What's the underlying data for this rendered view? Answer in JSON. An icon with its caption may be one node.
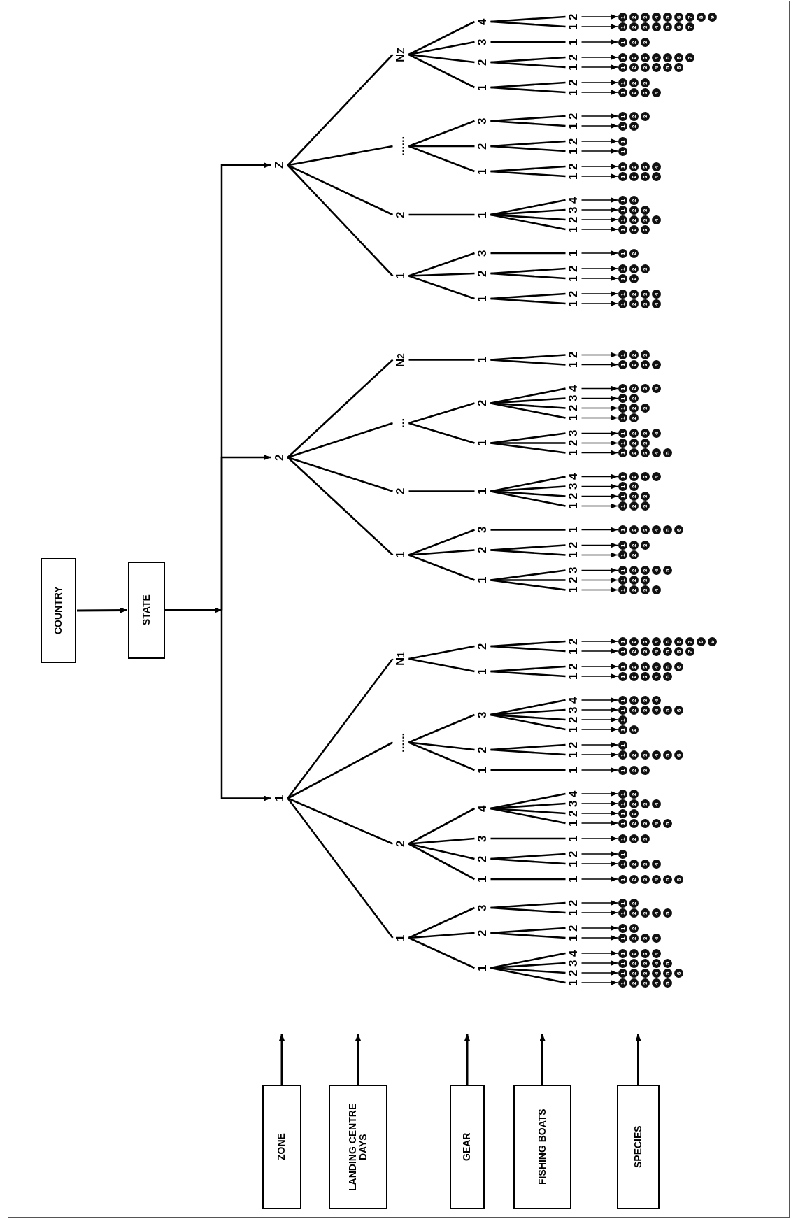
{
  "diagram": {
    "nodes": [
      {
        "text": [
          "COUNTRY"
        ]
      },
      {
        "text": [
          "STATE"
        ]
      },
      {
        "text": [
          "1"
        ]
      },
      {
        "text": [
          "1"
        ]
      },
      {
        "text": [
          "1"
        ]
      },
      {
        "text": [
          "1"
        ]
      },
      {
        "text": [
          "1"
        ]
      },
      {
        "text": [
          "2"
        ]
      },
      {
        "text": [
          "3"
        ]
      },
      {
        "text": [
          "4"
        ]
      },
      {
        "text": [
          "5"
        ]
      },
      {
        "text": [
          "2"
        ]
      },
      {
        "text": [
          "1"
        ]
      },
      {
        "text": [
          "2"
        ]
      },
      {
        "text": [
          "3"
        ]
      },
      {
        "text": [
          "4"
        ]
      },
      {
        "text": [
          "5"
        ]
      },
      {
        "text": [
          "6"
        ]
      },
      {
        "text": [
          "3"
        ]
      },
      {
        "text": [
          "1"
        ]
      },
      {
        "text": [
          "2"
        ]
      },
      {
        "text": [
          "3"
        ]
      },
      {
        "text": [
          "4"
        ]
      },
      {
        "text": [
          "5"
        ]
      },
      {
        "text": [
          "4"
        ]
      },
      {
        "text": [
          "1"
        ]
      },
      {
        "text": [
          "2"
        ]
      },
      {
        "text": [
          "3"
        ]
      },
      {
        "text": [
          "4"
        ]
      },
      {
        "text": [
          "2"
        ]
      },
      {
        "text": [
          "1"
        ]
      },
      {
        "text": [
          "1"
        ]
      },
      {
        "text": [
          "2"
        ]
      },
      {
        "text": [
          "3"
        ]
      },
      {
        "text": [
          "4"
        ]
      },
      {
        "text": [
          "2"
        ]
      },
      {
        "text": [
          "1"
        ]
      },
      {
        "text": [
          "2"
        ]
      },
      {
        "text": [
          "3"
        ]
      },
      {
        "text": [
          "1"
        ]
      },
      {
        "text": [
          "1"
        ]
      },
      {
        "text": [
          "2"
        ]
      },
      {
        "text": [
          "3"
        ]
      },
      {
        "text": [
          "4"
        ]
      },
      {
        "text": [
          "5"
        ]
      },
      {
        "text": [
          "2"
        ]
      },
      {
        "text": [
          "1"
        ]
      },
      {
        "text": [
          "2"
        ]
      },
      {
        "text": [
          "2"
        ]
      },
      {
        "text": [
          "1"
        ]
      },
      {
        "text": [
          "1"
        ]
      },
      {
        "text": [
          "1"
        ]
      },
      {
        "text": [
          "2"
        ]
      },
      {
        "text": [
          "3"
        ]
      },
      {
        "text": [
          "4"
        ]
      },
      {
        "text": [
          "5"
        ]
      },
      {
        "text": [
          "6"
        ]
      },
      {
        "text": [
          "2"
        ]
      },
      {
        "text": [
          "1"
        ]
      },
      {
        "text": [
          "1"
        ]
      },
      {
        "text": [
          "2"
        ]
      },
      {
        "text": [
          "3"
        ]
      },
      {
        "text": [
          "4"
        ]
      },
      {
        "text": [
          "2"
        ]
      },
      {
        "text": [
          "1"
        ]
      },
      {
        "text": [
          "3"
        ]
      },
      {
        "text": [
          "1"
        ]
      },
      {
        "text": [
          "1"
        ]
      },
      {
        "text": [
          "2"
        ]
      },
      {
        "text": [
          "3"
        ]
      },
      {
        "text": [
          "4"
        ]
      },
      {
        "text": [
          "1"
        ]
      },
      {
        "text": [
          "1"
        ]
      },
      {
        "text": [
          "2"
        ]
      },
      {
        "text": [
          "3"
        ]
      },
      {
        "text": [
          "4"
        ]
      },
      {
        "text": [
          "5"
        ]
      },
      {
        "text": [
          "2"
        ]
      },
      {
        "text": [
          "1"
        ]
      },
      {
        "text": [
          "2"
        ]
      },
      {
        "text": [
          "3"
        ]
      },
      {
        "text": [
          "1"
        ]
      },
      {
        "text": [
          "2"
        ]
      },
      {
        "text": [
          "3"
        ]
      },
      {
        "text": [
          "4"
        ]
      },
      {
        "text": [
          "4"
        ]
      },
      {
        "text": [
          "1"
        ]
      },
      {
        "text": [
          "2"
        ]
      },
      {
        "text": [
          "......"
        ]
      },
      {
        "text": [
          "1"
        ]
      },
      {
        "text": [
          "1"
        ]
      },
      {
        "text": [
          "1"
        ]
      },
      {
        "text": [
          "2"
        ]
      },
      {
        "text": [
          "3"
        ]
      },
      {
        "text": [
          "2"
        ]
      },
      {
        "text": [
          "1"
        ]
      },
      {
        "text": [
          "1"
        ]
      },
      {
        "text": [
          "2"
        ]
      },
      {
        "text": [
          "3"
        ]
      },
      {
        "text": [
          "4"
        ]
      },
      {
        "text": [
          "5"
        ]
      },
      {
        "text": [
          "6"
        ]
      },
      {
        "text": [
          "2"
        ]
      },
      {
        "text": [
          "1"
        ]
      },
      {
        "text": [
          "3"
        ]
      },
      {
        "text": [
          "1"
        ]
      },
      {
        "text": [
          "1"
        ]
      },
      {
        "text": [
          "2"
        ]
      },
      {
        "text": [
          "2"
        ]
      },
      {
        "text": [
          "1"
        ]
      },
      {
        "text": [
          "3"
        ]
      },
      {
        "text": [
          "1"
        ]
      },
      {
        "text": [
          "2"
        ]
      },
      {
        "text": [
          "3"
        ]
      },
      {
        "text": [
          "4"
        ]
      },
      {
        "text": [
          "5"
        ]
      },
      {
        "text": [
          "6"
        ]
      },
      {
        "text": [
          "4"
        ]
      },
      {
        "text": [
          "1"
        ]
      },
      {
        "text": [
          "2"
        ]
      },
      {
        "text": [
          "3"
        ]
      },
      {
        "text": [
          "4"
        ]
      },
      {
        "text": [
          "N$_{1}$"
        ]
      },
      {
        "text": [
          "1"
        ]
      },
      {
        "text": [
          "1"
        ]
      },
      {
        "text": [
          "1"
        ]
      },
      {
        "text": [
          "2"
        ]
      },
      {
        "text": [
          "3"
        ]
      },
      {
        "text": [
          "4"
        ]
      },
      {
        "text": [
          "5"
        ]
      },
      {
        "text": [
          "2"
        ]
      },
      {
        "text": [
          "1"
        ]
      },
      {
        "text": [
          "2"
        ]
      },
      {
        "text": [
          "3"
        ]
      },
      {
        "text": [
          "4"
        ]
      },
      {
        "text": [
          "5"
        ]
      },
      {
        "text": [
          "6"
        ]
      },
      {
        "text": [
          "2"
        ]
      },
      {
        "text": [
          "1"
        ]
      },
      {
        "text": [
          "1"
        ]
      },
      {
        "text": [
          "2"
        ]
      },
      {
        "text": [
          "3"
        ]
      },
      {
        "text": [
          "4"
        ]
      },
      {
        "text": [
          "5"
        ]
      },
      {
        "text": [
          "6"
        ]
      },
      {
        "text": [
          "7"
        ]
      },
      {
        "text": [
          "2"
        ]
      },
      {
        "text": [
          "1"
        ]
      },
      {
        "text": [
          "2"
        ]
      },
      {
        "text": [
          "3"
        ]
      },
      {
        "text": [
          "4"
        ]
      },
      {
        "text": [
          "5"
        ]
      },
      {
        "text": [
          "6"
        ]
      },
      {
        "text": [
          "7"
        ]
      },
      {
        "text": [
          "8"
        ]
      },
      {
        "text": [
          "9"
        ]
      },
      {
        "text": [
          "2"
        ]
      },
      {
        "text": [
          "1"
        ]
      },
      {
        "text": [
          "1"
        ]
      },
      {
        "text": [
          "1"
        ]
      },
      {
        "text": [
          "1"
        ]
      },
      {
        "text": [
          "2"
        ]
      },
      {
        "text": [
          "3"
        ]
      },
      {
        "text": [
          "4"
        ]
      },
      {
        "text": [
          "2"
        ]
      },
      {
        "text": [
          "1"
        ]
      },
      {
        "text": [
          "2"
        ]
      },
      {
        "text": [
          "3"
        ]
      },
      {
        "text": [
          "3"
        ]
      },
      {
        "text": [
          "1"
        ]
      },
      {
        "text": [
          "2"
        ]
      },
      {
        "text": [
          "3"
        ]
      },
      {
        "text": [
          "4"
        ]
      },
      {
        "text": [
          "5"
        ]
      },
      {
        "text": [
          "2"
        ]
      },
      {
        "text": [
          "1"
        ]
      },
      {
        "text": [
          "1"
        ]
      },
      {
        "text": [
          "2"
        ]
      },
      {
        "text": [
          "2"
        ]
      },
      {
        "text": [
          "1"
        ]
      },
      {
        "text": [
          "2"
        ]
      },
      {
        "text": [
          "3"
        ]
      },
      {
        "text": [
          "3"
        ]
      },
      {
        "text": [
          "1"
        ]
      },
      {
        "text": [
          "1"
        ]
      },
      {
        "text": [
          "2"
        ]
      },
      {
        "text": [
          "3"
        ]
      },
      {
        "text": [
          "4"
        ]
      },
      {
        "text": [
          "5"
        ]
      },
      {
        "text": [
          "6"
        ]
      },
      {
        "text": [
          "2"
        ]
      },
      {
        "text": [
          "1"
        ]
      },
      {
        "text": [
          "1"
        ]
      },
      {
        "text": [
          "1"
        ]
      },
      {
        "text": [
          "2"
        ]
      },
      {
        "text": [
          "3"
        ]
      },
      {
        "text": [
          "2"
        ]
      },
      {
        "text": [
          "1"
        ]
      },
      {
        "text": [
          "2"
        ]
      },
      {
        "text": [
          "3"
        ]
      },
      {
        "text": [
          "3"
        ]
      },
      {
        "text": [
          "1"
        ]
      },
      {
        "text": [
          "2"
        ]
      },
      {
        "text": [
          "4"
        ]
      },
      {
        "text": [
          "1"
        ]
      },
      {
        "text": [
          "2"
        ]
      },
      {
        "text": [
          "3"
        ]
      },
      {
        "text": [
          "4"
        ]
      },
      {
        "text": [
          "..."
        ]
      },
      {
        "text": [
          "1"
        ]
      },
      {
        "text": [
          "1"
        ]
      },
      {
        "text": [
          "1"
        ]
      },
      {
        "text": [
          "2"
        ]
      },
      {
        "text": [
          "3"
        ]
      },
      {
        "text": [
          "4"
        ]
      },
      {
        "text": [
          "5"
        ]
      },
      {
        "text": [
          "2"
        ]
      },
      {
        "text": [
          "1"
        ]
      },
      {
        "text": [
          "2"
        ]
      },
      {
        "text": [
          "3"
        ]
      },
      {
        "text": [
          "3"
        ]
      },
      {
        "text": [
          "1"
        ]
      },
      {
        "text": [
          "2"
        ]
      },
      {
        "text": [
          "3"
        ]
      },
      {
        "text": [
          "4"
        ]
      },
      {
        "text": [
          "2"
        ]
      },
      {
        "text": [
          "1"
        ]
      },
      {
        "text": [
          "1"
        ]
      },
      {
        "text": [
          "2"
        ]
      },
      {
        "text": [
          "2"
        ]
      },
      {
        "text": [
          "1"
        ]
      },
      {
        "text": [
          "2"
        ]
      },
      {
        "text": [
          "3"
        ]
      },
      {
        "text": [
          "3"
        ]
      },
      {
        "text": [
          "1"
        ]
      },
      {
        "text": [
          "2"
        ]
      },
      {
        "text": [
          "4"
        ]
      },
      {
        "text": [
          "1"
        ]
      },
      {
        "text": [
          "2"
        ]
      },
      {
        "text": [
          "3"
        ]
      },
      {
        "text": [
          "4"
        ]
      },
      {
        "text": [
          "N$_{2}$"
        ]
      },
      {
        "text": [
          "1"
        ]
      },
      {
        "text": [
          "1"
        ]
      },
      {
        "text": [
          "1"
        ]
      },
      {
        "text": [
          "2"
        ]
      },
      {
        "text": [
          "3"
        ]
      },
      {
        "text": [
          "4"
        ]
      },
      {
        "text": [
          "2"
        ]
      },
      {
        "text": [
          "1"
        ]
      },
      {
        "text": [
          "2"
        ]
      },
      {
        "text": [
          "3"
        ]
      },
      {
        "text": [
          "Z"
        ]
      },
      {
        "text": [
          "1"
        ]
      },
      {
        "text": [
          "1"
        ]
      },
      {
        "text": [
          "1"
        ]
      },
      {
        "text": [
          "1"
        ]
      },
      {
        "text": [
          "2"
        ]
      },
      {
        "text": [
          "3"
        ]
      },
      {
        "text": [
          "4"
        ]
      },
      {
        "text": [
          "2"
        ]
      },
      {
        "text": [
          "1"
        ]
      },
      {
        "text": [
          "2"
        ]
      },
      {
        "text": [
          "3"
        ]
      },
      {
        "text": [
          "4"
        ]
      },
      {
        "text": [
          "2"
        ]
      },
      {
        "text": [
          "1"
        ]
      },
      {
        "text": [
          "1"
        ]
      },
      {
        "text": [
          "2"
        ]
      },
      {
        "text": [
          "2"
        ]
      },
      {
        "text": [
          "1"
        ]
      },
      {
        "text": [
          "2"
        ]
      },
      {
        "text": [
          "3"
        ]
      },
      {
        "text": [
          "3"
        ]
      },
      {
        "text": [
          "1"
        ]
      },
      {
        "text": [
          "1"
        ]
      },
      {
        "text": [
          "2"
        ]
      },
      {
        "text": [
          "2"
        ]
      },
      {
        "text": [
          "1"
        ]
      },
      {
        "text": [
          "1"
        ]
      },
      {
        "text": [
          "1"
        ]
      },
      {
        "text": [
          "2"
        ]
      },
      {
        "text": [
          "3"
        ]
      },
      {
        "text": [
          "2"
        ]
      },
      {
        "text": [
          "1"
        ]
      },
      {
        "text": [
          "2"
        ]
      },
      {
        "text": [
          "3"
        ]
      },
      {
        "text": [
          "4"
        ]
      },
      {
        "text": [
          "3"
        ]
      },
      {
        "text": [
          "1"
        ]
      },
      {
        "text": [
          "2"
        ]
      },
      {
        "text": [
          "3"
        ]
      },
      {
        "text": [
          "4"
        ]
      },
      {
        "text": [
          "1"
        ]
      },
      {
        "text": [
          "2"
        ]
      },
      {
        "text": [
          "......"
        ]
      },
      {
        "text": [
          "1"
        ]
      },
      {
        "text": [
          "1"
        ]
      },
      {
        "text": [
          "1"
        ]
      },
      {
        "text": [
          "2"
        ]
      },
      {
        "text": [
          "3"
        ]
      },
      {
        "text": [
          "4"
        ]
      },
      {
        "text": [
          "2"
        ]
      },
      {
        "text": [
          "1"
        ]
      },
      {
        "text": [
          "2"
        ]
      },
      {
        "text": [
          "3"
        ]
      },
      {
        "text": [
          "4"
        ]
      },
      {
        "text": [
          "2"
        ]
      },
      {
        "text": [
          "1"
        ]
      },
      {
        "text": [
          "1"
        ]
      },
      {
        "text": [
          "2"
        ]
      },
      {
        "text": [
          "1"
        ]
      },
      {
        "text": [
          "3"
        ]
      },
      {
        "text": [
          "1"
        ]
      },
      {
        "text": [
          "1"
        ]
      },
      {
        "text": [
          "2"
        ]
      },
      {
        "text": [
          "2"
        ]
      },
      {
        "text": [
          "1"
        ]
      },
      {
        "text": [
          "2"
        ]
      },
      {
        "text": [
          "3"
        ]
      },
      {
        "text": [
          "N$_{Z}$"
        ]
      },
      {
        "text": [
          "1"
        ]
      },
      {
        "text": [
          "1"
        ]
      },
      {
        "text": [
          "1"
        ]
      },
      {
        "text": [
          "2"
        ]
      },
      {
        "text": [
          "3"
        ]
      },
      {
        "text": [
          "4"
        ]
      },
      {
        "text": [
          "2"
        ]
      },
      {
        "text": [
          "1"
        ]
      },
      {
        "text": [
          "2"
        ]
      },
      {
        "text": [
          "3"
        ]
      },
      {
        "text": [
          "2"
        ]
      },
      {
        "text": [
          "1"
        ]
      },
      {
        "text": [
          "1"
        ]
      },
      {
        "text": [
          "2"
        ]
      },
      {
        "text": [
          "3"
        ]
      },
      {
        "text": [
          "4"
        ]
      },
      {
        "text": [
          "5"
        ]
      },
      {
        "text": [
          "6"
        ]
      },
      {
        "text": [
          "2"
        ]
      },
      {
        "text": [
          "1"
        ]
      },
      {
        "text": [
          "2"
        ]
      },
      {
        "text": [
          "3"
        ]
      },
      {
        "text": [
          "4"
        ]
      },
      {
        "text": [
          "5"
        ]
      },
      {
        "text": [
          "6"
        ]
      },
      {
        "text": [
          "7"
        ]
      },
      {
        "text": [
          "3"
        ]
      },
      {
        "text": [
          "1"
        ]
      },
      {
        "text": [
          "1"
        ]
      },
      {
        "text": [
          "2"
        ]
      },
      {
        "text": [
          "3"
        ]
      },
      {
        "text": [
          "4"
        ]
      },
      {
        "text": [
          "1"
        ]
      },
      {
        "text": [
          "1"
        ]
      },
      {
        "text": [
          "2"
        ]
      },
      {
        "text": [
          "3"
        ]
      },
      {
        "text": [
          "4"
        ]
      },
      {
        "text": [
          "5"
        ]
      },
      {
        "text": [
          "6"
        ]
      },
      {
        "text": [
          "7"
        ]
      },
      {
        "text": [
          "2"
        ]
      },
      {
        "text": [
          "1"
        ]
      },
      {
        "text": [
          "2"
        ]
      },
      {
        "text": [
          "3"
        ]
      },
      {
        "text": [
          "4"
        ]
      },
      {
        "text": [
          "5"
        ]
      },
      {
        "text": [
          "6"
        ]
      },
      {
        "text": [
          "7"
        ]
      },
      {
        "text": [
          "8"
        ]
      },
      {
        "text": [
          "9"
        ]
      },
      {
        "text": [
          "ZONE"
        ]
      },
      {
        "text": [
          "LANDING CENTRE DAYS"
        ]
      },
      {
        "text": [
          "GEAR"
        ]
      },
      {
        "text": [
          "FISHING BOATS"
        ]
      },
      {
        "text": [
          "SPECIES"
        ]
      }
    ],
    "edges": [
      {
        "from": 0,
        "to": 1,
        "arrow": "to"
      },
      {
        "from": 1,
        "to": 2,
        "arrow": "to"
      },
      {
        "from": 1,
        "to": 156,
        "arrow": "to"
      },
      {
        "from": 1,
        "to": 252,
        "arrow": "to"
      },
      {
        "from": 2,
        "to": 3,
        "arrow": "none"
      },
      {
        "from": 2,
        "to": 48,
        "arrow": "none"
      },
      {
        "from": 2,
        "to": 88,
        "arrow": "none"
      },
      {
        "from": 2,
        "to": 122,
        "arrow": "none"
      },
      {
        "from": 3,
        "to": 4,
        "arrow": "none"
      },
      {
        "from": 3,
        "to": 29,
        "arrow": "none"
      },
      {
        "from": 3,
        "to": 38,
        "arrow": "none"
      },
      {
        "from": 4,
        "to": 5,
        "arrow": "none"
      },
      {
        "from": 4,
        "to": 11,
        "arrow": "none"
      },
      {
        "from": 4,
        "to": 18,
        "arrow": "none"
      },
      {
        "from": 4,
        "to": 24,
        "arrow": "none"
      },
      {
        "from": 5,
        "to": 6,
        "arrow": "to"
      },
      {
        "from": 11,
        "to": 12,
        "arrow": "to"
      },
      {
        "from": 18,
        "to": 19,
        "arrow": "to"
      },
      {
        "from": 24,
        "to": 25,
        "arrow": "to"
      },
      {
        "from": 29,
        "to": 30,
        "arrow": "none"
      },
      {
        "from": 29,
        "to": 35,
        "arrow": "none"
      },
      {
        "from": 30,
        "to": 31,
        "arrow": "to"
      },
      {
        "from": 35,
        "to": 36,
        "arrow": "to"
      },
      {
        "from": 38,
        "to": 39,
        "arrow": "none"
      },
      {
        "from": 38,
        "to": 45,
        "arrow": "none"
      },
      {
        "from": 39,
        "to": 40,
        "arrow": "to"
      },
      {
        "from": 45,
        "to": 46,
        "arrow": "to"
      },
      {
        "from": 48,
        "to": 49,
        "arrow": "none"
      },
      {
        "from": 48,
        "to": 57,
        "arrow": "none"
      },
      {
        "from": 48,
        "to": 65,
        "arrow": "none"
      },
      {
        "from": 48,
        "to": 70,
        "arrow": "none"
      },
      {
        "from": 49,
        "to": 50,
        "arrow": "none"
      },
      {
        "from": 50,
        "to": 51,
        "arrow": "to"
      },
      {
        "from": 57,
        "to": 58,
        "arrow": "none"
      },
      {
        "from": 57,
        "to": 63,
        "arrow": "none"
      },
      {
        "from": 58,
        "to": 59,
        "arrow": "to"
      },
      {
        "from": 63,
        "to": 64,
        "arrow": "to"
      },
      {
        "from": 65,
        "to": 66,
        "arrow": "none"
      },
      {
        "from": 66,
        "to": 67,
        "arrow": "to"
      },
      {
        "from": 70,
        "to": 71,
        "arrow": "none"
      },
      {
        "from": 70,
        "to": 77,
        "arrow": "none"
      },
      {
        "from": 70,
        "to": 80,
        "arrow": "none"
      },
      {
        "from": 70,
        "to": 85,
        "arrow": "none"
      },
      {
        "from": 71,
        "to": 72,
        "arrow": "to"
      },
      {
        "from": 77,
        "to": 78,
        "arrow": "to"
      },
      {
        "from": 80,
        "to": 81,
        "arrow": "to"
      },
      {
        "from": 85,
        "to": 86,
        "arrow": "to"
      },
      {
        "from": 88,
        "to": 89,
        "arrow": "none"
      },
      {
        "from": 88,
        "to": 94,
        "arrow": "none"
      },
      {
        "from": 88,
        "to": 104,
        "arrow": "none"
      },
      {
        "from": 89,
        "to": 90,
        "arrow": "none"
      },
      {
        "from": 90,
        "to": 91,
        "arrow": "to"
      },
      {
        "from": 94,
        "to": 95,
        "arrow": "none"
      },
      {
        "from": 94,
        "to": 102,
        "arrow": "none"
      },
      {
        "from": 95,
        "to": 96,
        "arrow": "to"
      },
      {
        "from": 102,
        "to": 103,
        "arrow": "to"
      },
      {
        "from": 104,
        "to": 105,
        "arrow": "none"
      },
      {
        "from": 104,
        "to": 108,
        "arrow": "none"
      },
      {
        "from": 104,
        "to": 110,
        "arrow": "none"
      },
      {
        "from": 104,
        "to": 117,
        "arrow": "none"
      },
      {
        "from": 105,
        "to": 106,
        "arrow": "to"
      },
      {
        "from": 108,
        "to": 109,
        "arrow": "to"
      },
      {
        "from": 110,
        "to": 111,
        "arrow": "to"
      },
      {
        "from": 117,
        "to": 118,
        "arrow": "to"
      },
      {
        "from": 122,
        "to": 123,
        "arrow": "none"
      },
      {
        "from": 122,
        "to": 137,
        "arrow": "none"
      },
      {
        "from": 123,
        "to": 124,
        "arrow": "none"
      },
      {
        "from": 123,
        "to": 130,
        "arrow": "none"
      },
      {
        "from": 124,
        "to": 125,
        "arrow": "to"
      },
      {
        "from": 130,
        "to": 131,
        "arrow": "to"
      },
      {
        "from": 137,
        "to": 138,
        "arrow": "none"
      },
      {
        "from": 137,
        "to": 146,
        "arrow": "none"
      },
      {
        "from": 138,
        "to": 139,
        "arrow": "to"
      },
      {
        "from": 146,
        "to": 147,
        "arrow": "to"
      },
      {
        "from": 156,
        "to": 157,
        "arrow": "none"
      },
      {
        "from": 156,
        "to": 190,
        "arrow": "none"
      },
      {
        "from": 156,
        "to": 208,
        "arrow": "none"
      },
      {
        "from": 156,
        "to": 241,
        "arrow": "none"
      },
      {
        "from": 157,
        "to": 158,
        "arrow": "none"
      },
      {
        "from": 157,
        "to": 174,
        "arrow": "none"
      },
      {
        "from": 157,
        "to": 182,
        "arrow": "none"
      },
      {
        "from": 158,
        "to": 159,
        "arrow": "none"
      },
      {
        "from": 158,
        "to": 164,
        "arrow": "none"
      },
      {
        "from": 158,
        "to": 168,
        "arrow": "none"
      },
      {
        "from": 159,
        "to": 160,
        "arrow": "to"
      },
      {
        "from": 164,
        "to": 165,
        "arrow": "to"
      },
      {
        "from": 168,
        "to": 169,
        "arrow": "to"
      },
      {
        "from": 174,
        "to": 175,
        "arrow": "none"
      },
      {
        "from": 174,
        "to": 178,
        "arrow": "none"
      },
      {
        "from": 175,
        "to": 176,
        "arrow": "to"
      },
      {
        "from": 178,
        "to": 179,
        "arrow": "to"
      },
      {
        "from": 182,
        "to": 183,
        "arrow": "none"
      },
      {
        "from": 183,
        "to": 184,
        "arrow": "to"
      },
      {
        "from": 190,
        "to": 191,
        "arrow": "none"
      },
      {
        "from": 191,
        "to": 192,
        "arrow": "none"
      },
      {
        "from": 191,
        "to": 196,
        "arrow": "none"
      },
      {
        "from": 191,
        "to": 200,
        "arrow": "none"
      },
      {
        "from": 191,
        "to": 203,
        "arrow": "none"
      },
      {
        "from": 192,
        "to": 193,
        "arrow": "to"
      },
      {
        "from": 196,
        "to": 197,
        "arrow": "to"
      },
      {
        "from": 200,
        "to": 201,
        "arrow": "to"
      },
      {
        "from": 203,
        "to": 204,
        "arrow": "to"
      },
      {
        "from": 208,
        "to": 209,
        "arrow": "none"
      },
      {
        "from": 208,
        "to": 225,
        "arrow": "none"
      },
      {
        "from": 209,
        "to": 210,
        "arrow": "none"
      },
      {
        "from": 209,
        "to": 216,
        "arrow": "none"
      },
      {
        "from": 209,
        "to": 220,
        "arrow": "none"
      },
      {
        "from": 210,
        "to": 211,
        "arrow": "to"
      },
      {
        "from": 216,
        "to": 217,
        "arrow": "to"
      },
      {
        "from": 220,
        "to": 221,
        "arrow": "to"
      },
      {
        "from": 225,
        "to": 226,
        "arrow": "none"
      },
      {
        "from": 225,
        "to": 229,
        "arrow": "none"
      },
      {
        "from": 225,
        "to": 233,
        "arrow": "none"
      },
      {
        "from": 225,
        "to": 236,
        "arrow": "none"
      },
      {
        "from": 226,
        "to": 227,
        "arrow": "to"
      },
      {
        "from": 229,
        "to": 230,
        "arrow": "to"
      },
      {
        "from": 233,
        "to": 234,
        "arrow": "to"
      },
      {
        "from": 236,
        "to": 237,
        "arrow": "to"
      },
      {
        "from": 241,
        "to": 242,
        "arrow": "none"
      },
      {
        "from": 242,
        "to": 243,
        "arrow": "none"
      },
      {
        "from": 242,
        "to": 248,
        "arrow": "none"
      },
      {
        "from": 243,
        "to": 244,
        "arrow": "to"
      },
      {
        "from": 248,
        "to": 249,
        "arrow": "to"
      },
      {
        "from": 252,
        "to": 253,
        "arrow": "none"
      },
      {
        "from": 252,
        "to": 277,
        "arrow": "none"
      },
      {
        "from": 252,
        "to": 295,
        "arrow": "none"
      },
      {
        "from": 252,
        "to": 320,
        "arrow": "none"
      },
      {
        "from": 253,
        "to": 254,
        "arrow": "none"
      },
      {
        "from": 253,
        "to": 265,
        "arrow": "none"
      },
      {
        "from": 253,
        "to": 273,
        "arrow": "none"
      },
      {
        "from": 254,
        "to": 255,
        "arrow": "none"
      },
      {
        "from": 254,
        "to": 260,
        "arrow": "none"
      },
      {
        "from": 255,
        "to": 256,
        "arrow": "to"
      },
      {
        "from": 260,
        "to": 261,
        "arrow": "to"
      },
      {
        "from": 265,
        "to": 266,
        "arrow": "none"
      },
      {
        "from": 265,
        "to": 269,
        "arrow": "none"
      },
      {
        "from": 266,
        "to": 267,
        "arrow": "to"
      },
      {
        "from": 269,
        "to": 270,
        "arrow": "to"
      },
      {
        "from": 273,
        "to": 274,
        "arrow": "none"
      },
      {
        "from": 274,
        "to": 275,
        "arrow": "to"
      },
      {
        "from": 277,
        "to": 278,
        "arrow": "none"
      },
      {
        "from": 278,
        "to": 279,
        "arrow": "none"
      },
      {
        "from": 278,
        "to": 283,
        "arrow": "none"
      },
      {
        "from": 278,
        "to": 288,
        "arrow": "none"
      },
      {
        "from": 278,
        "to": 292,
        "arrow": "none"
      },
      {
        "from": 279,
        "to": 280,
        "arrow": "to"
      },
      {
        "from": 283,
        "to": 284,
        "arrow": "to"
      },
      {
        "from": 288,
        "to": 289,
        "arrow": "to"
      },
      {
        "from": 292,
        "to": 293,
        "arrow": "to"
      },
      {
        "from": 295,
        "to": 296,
        "arrow": "none"
      },
      {
        "from": 295,
        "to": 307,
        "arrow": "none"
      },
      {
        "from": 295,
        "to": 312,
        "arrow": "none"
      },
      {
        "from": 296,
        "to": 297,
        "arrow": "none"
      },
      {
        "from": 296,
        "to": 302,
        "arrow": "none"
      },
      {
        "from": 297,
        "to": 298,
        "arrow": "to"
      },
      {
        "from": 302,
        "to": 303,
        "arrow": "to"
      },
      {
        "from": 307,
        "to": 308,
        "arrow": "none"
      },
      {
        "from": 307,
        "to": 310,
        "arrow": "none"
      },
      {
        "from": 308,
        "to": 309,
        "arrow": "to"
      },
      {
        "from": 310,
        "to": 311,
        "arrow": "to"
      },
      {
        "from": 312,
        "to": 313,
        "arrow": "none"
      },
      {
        "from": 312,
        "to": 316,
        "arrow": "none"
      },
      {
        "from": 313,
        "to": 314,
        "arrow": "to"
      },
      {
        "from": 316,
        "to": 317,
        "arrow": "to"
      },
      {
        "from": 320,
        "to": 321,
        "arrow": "none"
      },
      {
        "from": 320,
        "to": 331,
        "arrow": "none"
      },
      {
        "from": 320,
        "to": 347,
        "arrow": "none"
      },
      {
        "from": 320,
        "to": 352,
        "arrow": "none"
      },
      {
        "from": 321,
        "to": 322,
        "arrow": "none"
      },
      {
        "from": 321,
        "to": 327,
        "arrow": "none"
      },
      {
        "from": 322,
        "to": 323,
        "arrow": "to"
      },
      {
        "from": 327,
        "to": 328,
        "arrow": "to"
      },
      {
        "from": 331,
        "to": 332,
        "arrow": "none"
      },
      {
        "from": 331,
        "to": 339,
        "arrow": "none"
      },
      {
        "from": 332,
        "to": 333,
        "arrow": "to"
      },
      {
        "from": 339,
        "to": 340,
        "arrow": "to"
      },
      {
        "from": 347,
        "to": 348,
        "arrow": "none"
      },
      {
        "from": 348,
        "to": 349,
        "arrow": "to"
      },
      {
        "from": 352,
        "to": 353,
        "arrow": "none"
      },
      {
        "from": 352,
        "to": 361,
        "arrow": "none"
      },
      {
        "from": 353,
        "to": 354,
        "arrow": "to"
      },
      {
        "from": 361,
        "to": 362,
        "arrow": "to"
      },
      {
        "from": 371,
        "to": null,
        "arrow": "to"
      },
      {
        "from": 372,
        "to": null,
        "arrow": "to"
      },
      {
        "from": 373,
        "to": null,
        "arrow": "to"
      },
      {
        "from": 374,
        "to": null,
        "arrow": "to"
      },
      {
        "from": 375,
        "to": null,
        "arrow": "to"
      }
    ]
  }
}
